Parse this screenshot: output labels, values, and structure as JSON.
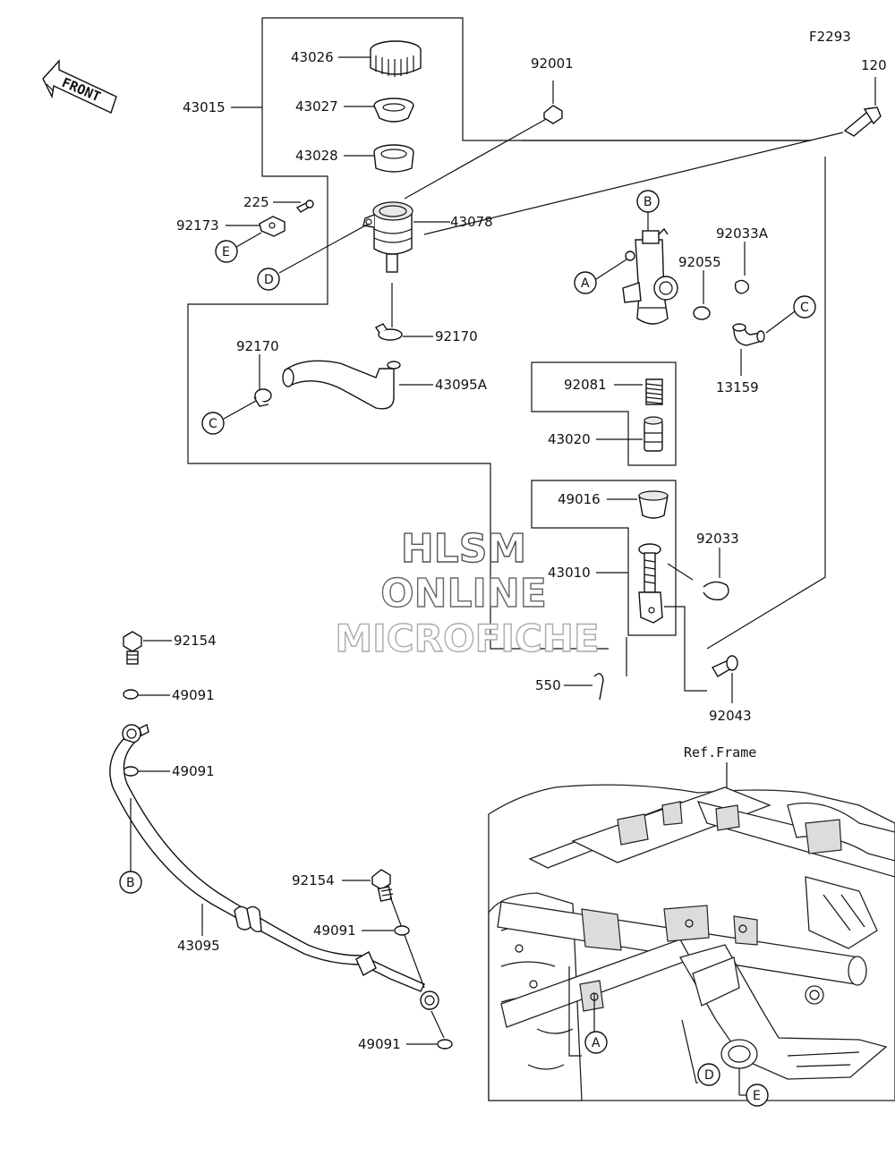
{
  "figure_code": "F2293",
  "front_label": "FRONT",
  "ref_frame_label": "Ref.Frame",
  "watermark": {
    "line1": "HLSM",
    "line2": "ONLINE",
    "line3": "MICROFICHE"
  },
  "part_labels": {
    "p43026": "43026",
    "p43027": "43027",
    "p43028": "43028",
    "p43015": "43015",
    "p225": "225",
    "p92173": "92173",
    "p43078": "43078",
    "p92170_top": "92170",
    "p92170_left": "92170",
    "p43095A": "43095A",
    "p92001": "92001",
    "p120": "120",
    "p92033A": "92033A",
    "p92055": "92055",
    "p13159": "13159",
    "p92081": "92081",
    "p43020": "43020",
    "p49016": "49016",
    "p92033": "92033",
    "p43010": "43010",
    "p550": "550",
    "p92043": "92043",
    "p92154_top": "92154",
    "p49091_a": "49091",
    "p49091_b": "49091",
    "p43095": "43095",
    "p92154_bot": "92154",
    "p49091_c": "49091",
    "p49091_d": "49091"
  },
  "callouts": {
    "A1": "A",
    "B1": "B",
    "C1": "C",
    "D1": "D",
    "E1": "E",
    "C2": "C",
    "B2": "B",
    "A2": "A",
    "D2": "D",
    "E2": "E"
  }
}
